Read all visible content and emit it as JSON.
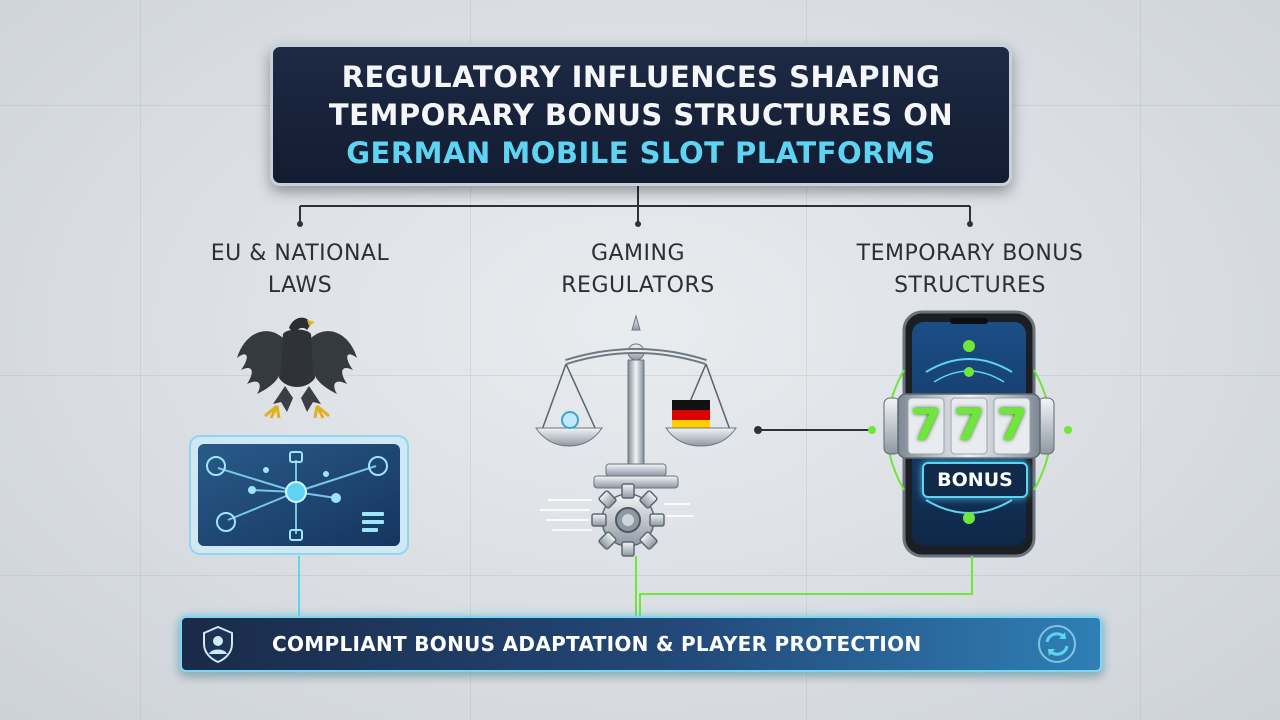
{
  "title": {
    "line1": "Regulatory Influences Shaping",
    "line2": "Temporary Bonus Structures on",
    "line3": "German Mobile Slot Platforms"
  },
  "columns": [
    {
      "label_line1": "EU & National",
      "label_line2": "Laws",
      "icon": "german-eagle-icon"
    },
    {
      "label_line1": "Gaming",
      "label_line2": "Regulators",
      "icon": "balance-scale-icon"
    },
    {
      "label_line1": "Temporary Bonus",
      "label_line2": "Structures",
      "icon": "mobile-slot-icon"
    }
  ],
  "slot": {
    "reels": [
      "7",
      "7",
      "7"
    ],
    "bonus_label": "BONUS"
  },
  "bottom_bar": {
    "label": "Compliant Bonus Adaptation & Player Protection"
  },
  "colors": {
    "title_bg": "#142039",
    "accent_cyan": "#5fd3f2",
    "accent_green": "#6ee63a",
    "flag_black": "#111111",
    "flag_red": "#dd0000",
    "flag_gold": "#ffce00"
  }
}
